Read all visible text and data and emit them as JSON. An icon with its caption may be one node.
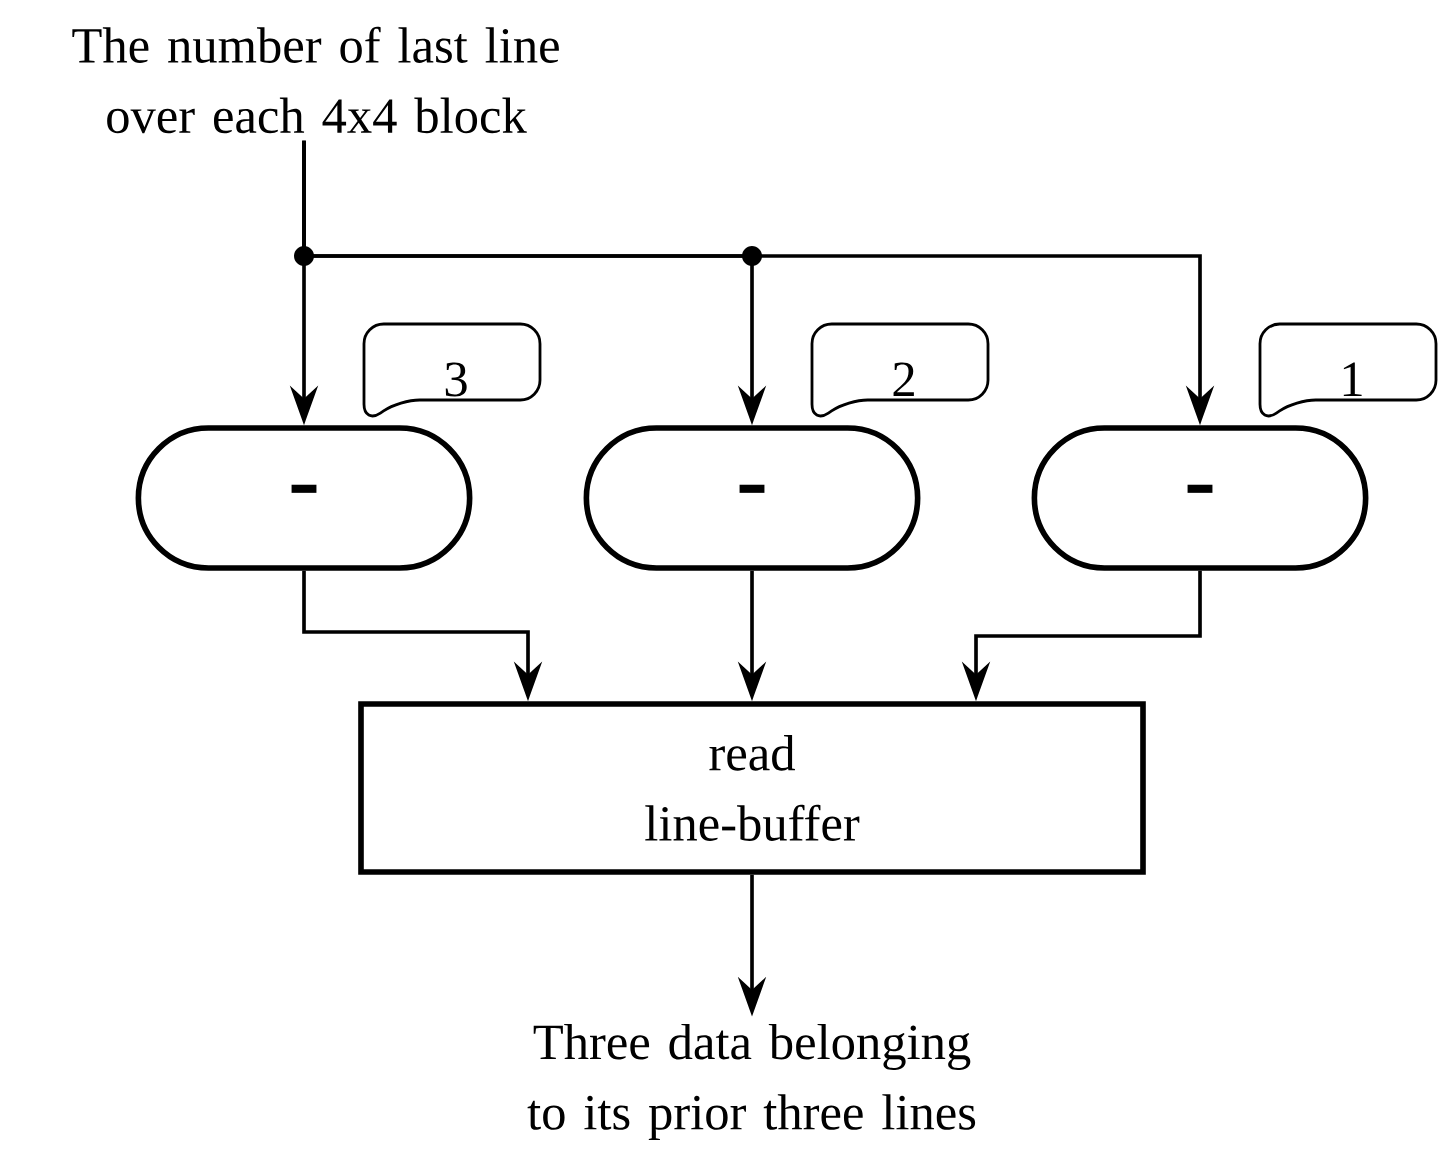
{
  "diagram": {
    "nodes": [
      {
        "text": [
          "The number of last line over each 4x4 block"
        ]
      },
      {
        "text": [
          "-"
        ],
        "beside": [
          "3"
        ]
      },
      {
        "text": [
          "-"
        ],
        "beside": [
          "2"
        ]
      },
      {
        "text": [
          "-"
        ],
        "beside": [
          "1"
        ]
      },
      {
        "text": [
          "read line-buffer"
        ]
      },
      {
        "text": [
          "Three data belonging to its prior three lines"
        ]
      }
    ],
    "edges": [
      {
        "from": 0,
        "to": 1,
        "arrow": "to"
      },
      {
        "from": 0,
        "to": 2,
        "arrow": "to"
      },
      {
        "from": 0,
        "to": 3,
        "arrow": "to"
      },
      {
        "from": 1,
        "to": 4,
        "arrow": "to"
      },
      {
        "from": 2,
        "to": 4,
        "arrow": "to"
      },
      {
        "from": 3,
        "to": 4,
        "arrow": "to"
      },
      {
        "from": 4,
        "to": 5,
        "arrow": "to"
      }
    ]
  }
}
